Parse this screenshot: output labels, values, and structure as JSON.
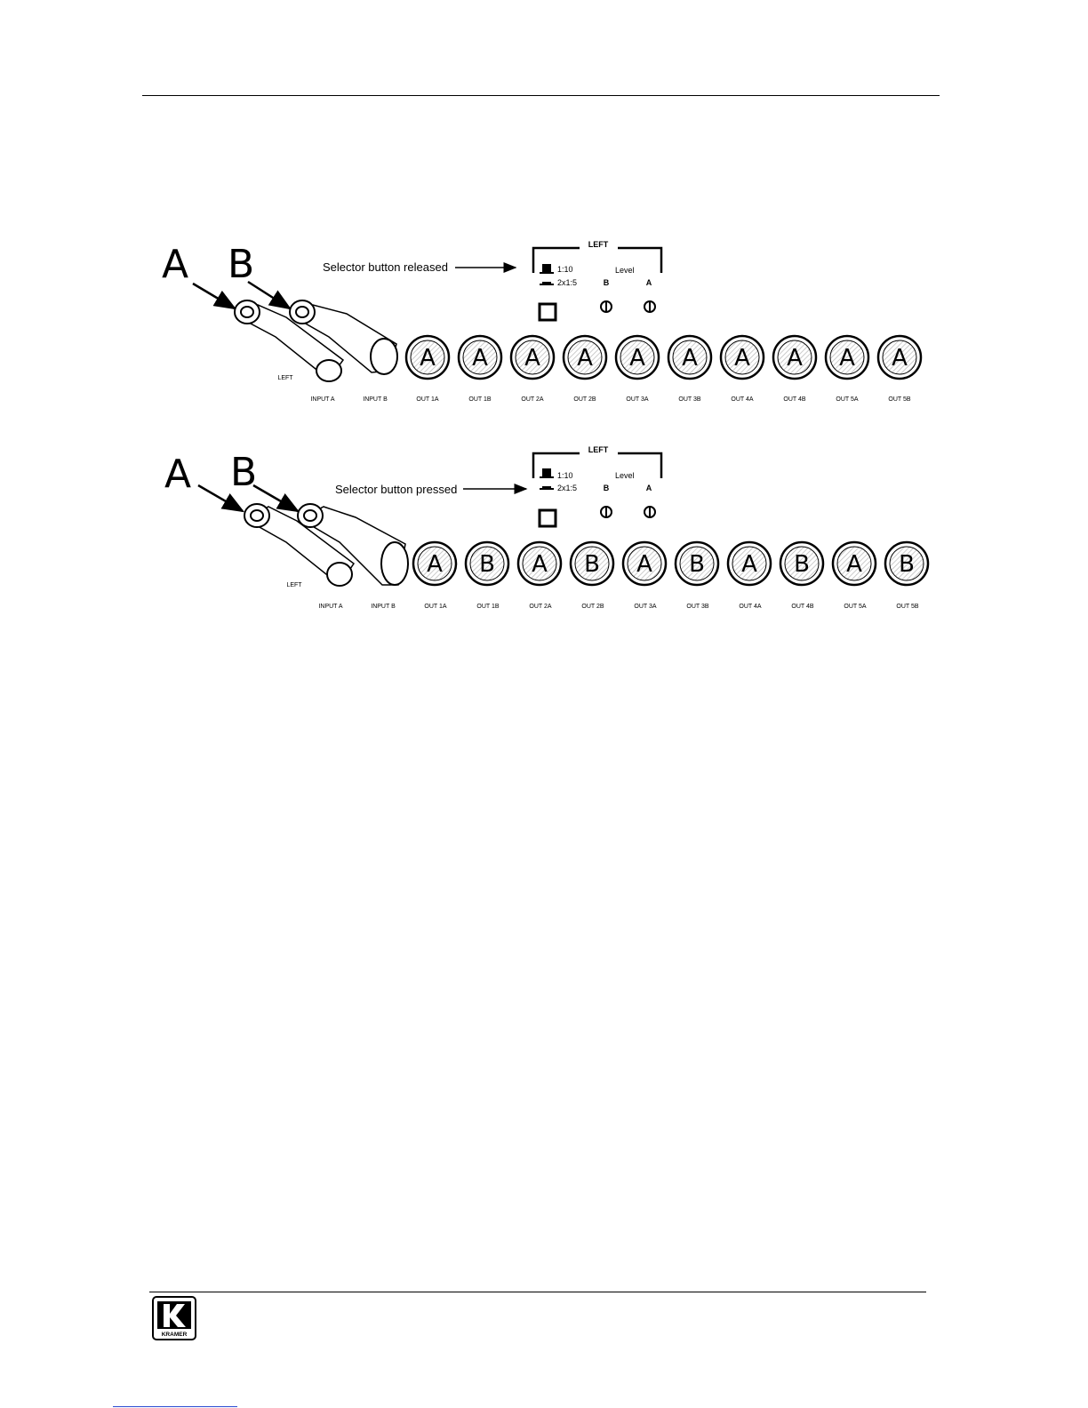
{
  "diagram_released": {
    "label_a": "A",
    "label_b": "B",
    "callout": "Selector button released",
    "panel_title": "LEFT",
    "mode_1": "1:10",
    "mode_2": "2x1:5",
    "level_label": "Level",
    "level_b": "B",
    "level_a": "A",
    "side_label": "LEFT",
    "connector_labels": [
      "INPUT A",
      "INPUT B",
      "OUT 1A",
      "OUT 1B",
      "OUT 2A",
      "OUT 2B",
      "OUT 3A",
      "OUT 3B",
      "OUT 4A",
      "OUT 4B",
      "OUT 5A",
      "OUT 5B"
    ],
    "connector_letters": [
      "A",
      "A",
      "A",
      "A",
      "A",
      "A",
      "A",
      "A",
      "A",
      "A"
    ]
  },
  "diagram_pressed": {
    "label_a": "A",
    "label_b": "B",
    "callout": "Selector button pressed",
    "panel_title": "LEFT",
    "mode_1": "1:10",
    "mode_2": "2x1:5",
    "level_label": "Level",
    "level_b": "B",
    "level_a": "A",
    "side_label": "LEFT",
    "connector_labels": [
      "INPUT A",
      "INPUT B",
      "OUT 1A",
      "OUT 1B",
      "OUT 2A",
      "OUT 2B",
      "OUT 3A",
      "OUT 3B",
      "OUT 4A",
      "OUT 4B",
      "OUT 5A",
      "OUT 5B"
    ],
    "connector_letters": [
      "A",
      "B",
      "A",
      "B",
      "A",
      "B",
      "A",
      "B",
      "A",
      "B"
    ]
  },
  "footer": {
    "logo_text": "KRAMER"
  }
}
